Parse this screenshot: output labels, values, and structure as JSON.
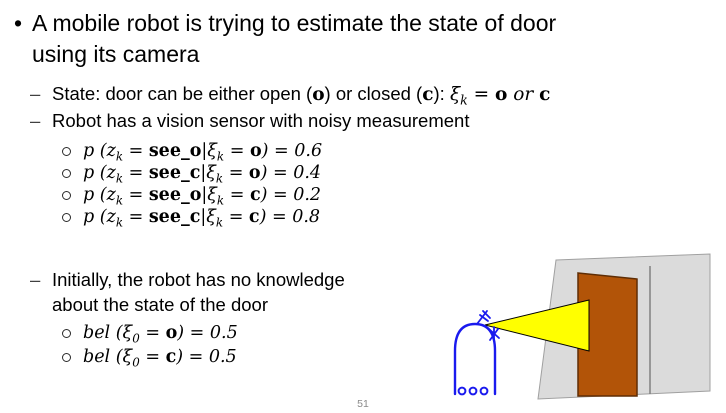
{
  "slide": {
    "markers": {
      "bullet": "•",
      "dash": "–"
    },
    "title_line1": "A mobile robot is trying to estimate the state of door",
    "title_line2": "using its camera",
    "state_text": "State: door can be either open (**o**) or closed (**c**): ",
    "state_math": "ξ_{k} = **o** or **c**",
    "vision_text": "Robot has a vision sensor with noisy measurement",
    "measurements": [
      "p (z_{k} = **see_o**|ξ_{k} = **o**) = 0.6",
      "p (z_{k} = **see_c**|ξ_{k} = **o**) = 0.4",
      "p (z_{k} = **see_o**|ξ_{k} = **c**) = 0.2",
      "p (z_{k} = **see_c**|ξ_{k} = **c**) = 0.8"
    ],
    "initially_line1": "Initially, the robot has no knowledge",
    "initially_line2": "about the state of the door",
    "beliefs": [
      "bel (ξ_{0} = **o**) = 0.5",
      "bel (ξ_{0} = **c**) = 0.5"
    ],
    "page_number": "51"
  },
  "illustration": {
    "wall_color": "#dbdbdb",
    "door_color": "#b25408",
    "cone_color": "#ffff00",
    "robot_color": "#1a1aee"
  }
}
